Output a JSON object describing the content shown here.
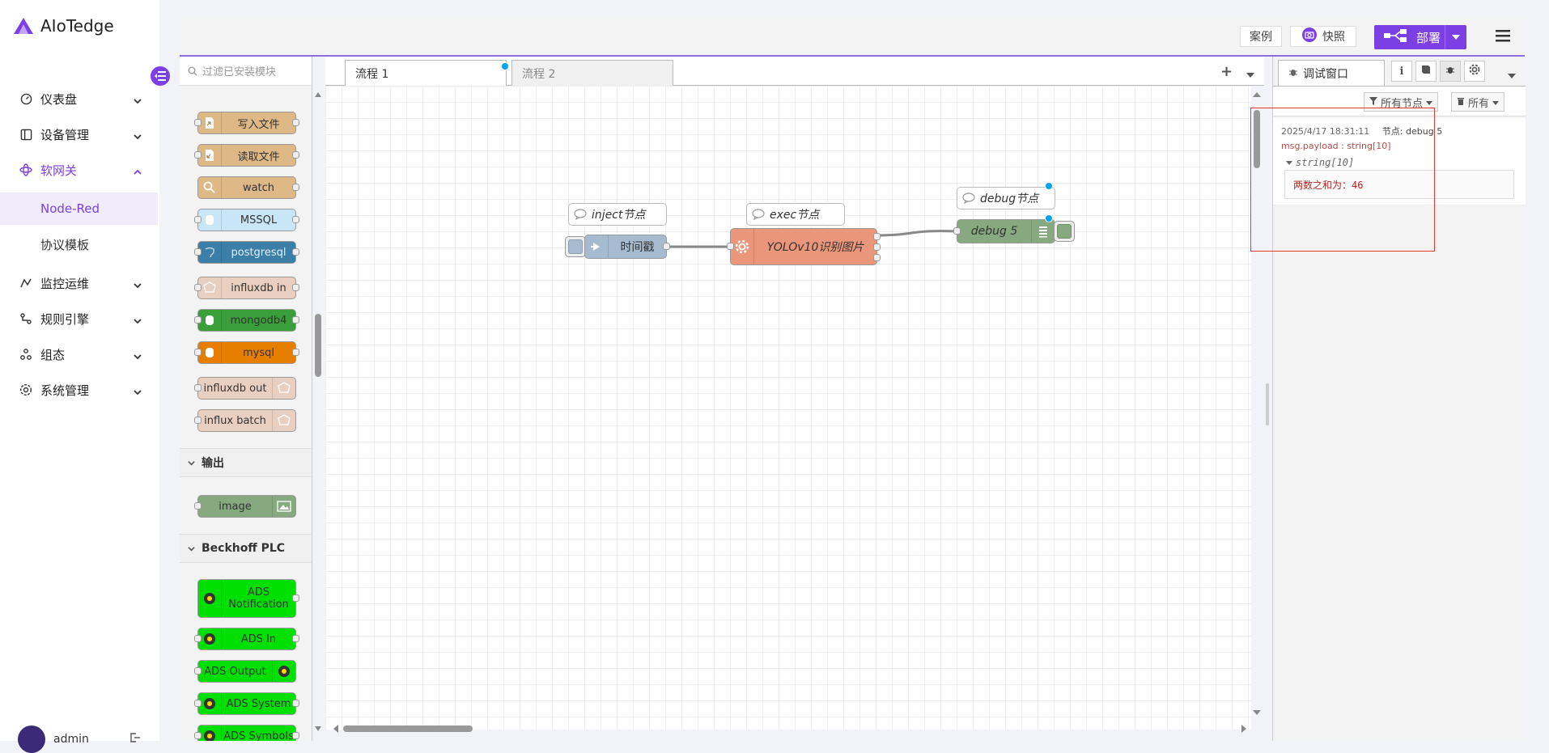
{
  "app": {
    "brand": "AIoTedge"
  },
  "sidebar": {
    "items": [
      {
        "label": "仪表盘",
        "icon": "dashboard-icon"
      },
      {
        "label": "设备管理",
        "icon": "device-icon"
      },
      {
        "label": "软网关",
        "icon": "gateway-icon"
      },
      {
        "label": "监控运维",
        "icon": "monitor-icon"
      },
      {
        "label": "规则引擎",
        "icon": "rules-icon"
      },
      {
        "label": "组态",
        "icon": "scada-icon"
      },
      {
        "label": "系统管理",
        "icon": "settings-icon"
      }
    ],
    "subitems": [
      {
        "label": "Node-Red"
      },
      {
        "label": "协议模板"
      }
    ],
    "user": "admin"
  },
  "header": {
    "examples": "案例",
    "snapshot": "快照",
    "deploy": "部署"
  },
  "palette": {
    "search_placeholder": "过滤已安装模块",
    "nodes": [
      {
        "label": "写入文件",
        "color": "#deb887"
      },
      {
        "label": "读取文件",
        "color": "#deb887"
      },
      {
        "label": "watch",
        "color": "#deb887"
      },
      {
        "label": "MSSQL",
        "color": "#c8e6f5"
      },
      {
        "label": "postgresql",
        "color": "#3b7ea8"
      },
      {
        "label": "influxdb in",
        "color": "#e8cfc0"
      },
      {
        "label": "mongodb4",
        "color": "#3a9e3a"
      },
      {
        "label": "mysql",
        "color": "#e67e00"
      },
      {
        "label": "influxdb out",
        "color": "#e8cfc0"
      },
      {
        "label": "influx batch",
        "color": "#e8cfc0"
      }
    ],
    "categories": {
      "output": "输出",
      "beckhoff": "Beckhoff PLC"
    },
    "output_nodes": [
      {
        "label": "image",
        "color": "#87a980"
      }
    ],
    "beckhoff_nodes": [
      {
        "label": "ADS Notification"
      },
      {
        "label": "ADS In"
      },
      {
        "label": "ADS Output"
      },
      {
        "label": "ADS System"
      },
      {
        "label": "ADS Symbols"
      }
    ]
  },
  "tabs": [
    {
      "label": "流程 1"
    },
    {
      "label": "流程 2"
    }
  ],
  "flow": {
    "comments": [
      {
        "label": "inject节点"
      },
      {
        "label": "exec节点"
      },
      {
        "label": "debug节点"
      }
    ],
    "nodes": {
      "inject": {
        "label": "时间戳",
        "color": "#a6bbcf"
      },
      "exec": {
        "label": "YOLOv10识别图片",
        "color": "#e9967a"
      },
      "debug": {
        "label": "debug 5",
        "color": "#87a980"
      }
    }
  },
  "debug": {
    "tab_label": "调试窗口",
    "filter_nodes": "所有节点",
    "clear_all": "所有",
    "message": {
      "timestamp": "2025/4/17 18:31:11",
      "node": "节点: debug 5",
      "topic": "msg.payload : string[10]",
      "type": "string[10]",
      "value": "两数之和为：46"
    }
  },
  "colors": {
    "accent": "#7b3fe4",
    "highlight_box": "#e53935",
    "status_dot": "#00a5e6"
  }
}
